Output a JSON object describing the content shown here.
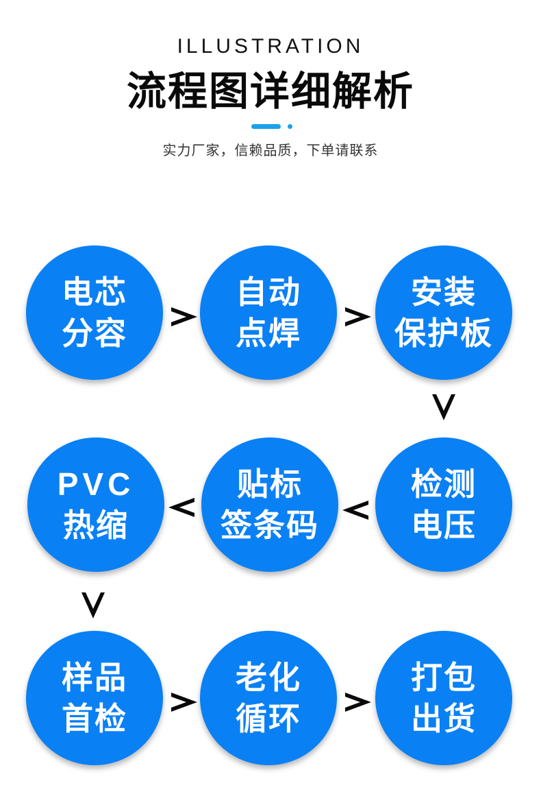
{
  "header": {
    "eyebrow": "ILLUSTRATION",
    "title": "流程图详细解析",
    "subtitle": "实力厂家，信赖品质，下单请联系",
    "accent_color": "#1aa3ea"
  },
  "flow": {
    "step_color": "#0a80f5",
    "arrow_color": "#0a0a0a",
    "steps": [
      {
        "order": 1,
        "lines": [
          "电芯",
          "分容"
        ]
      },
      {
        "order": 2,
        "lines": [
          "自动",
          "点焊"
        ]
      },
      {
        "order": 3,
        "lines": [
          "安装",
          "保护板"
        ]
      },
      {
        "order": 4,
        "lines": [
          "检测",
          "电压"
        ]
      },
      {
        "order": 5,
        "lines": [
          "贴标",
          "签条码"
        ]
      },
      {
        "order": 6,
        "lines": [
          "PVC",
          "热缩"
        ]
      },
      {
        "order": 7,
        "lines": [
          "样品",
          "首检"
        ]
      },
      {
        "order": 8,
        "lines": [
          "老化",
          "循环"
        ]
      },
      {
        "order": 9,
        "lines": [
          "打包",
          "出货"
        ]
      }
    ],
    "arrows": [
      {
        "from": 1,
        "to": 2,
        "direction": "right"
      },
      {
        "from": 2,
        "to": 3,
        "direction": "right"
      },
      {
        "from": 3,
        "to": 4,
        "direction": "down"
      },
      {
        "from": 4,
        "to": 5,
        "direction": "left"
      },
      {
        "from": 5,
        "to": 6,
        "direction": "left"
      },
      {
        "from": 6,
        "to": 7,
        "direction": "down"
      },
      {
        "from": 7,
        "to": 8,
        "direction": "right"
      },
      {
        "from": 8,
        "to": 9,
        "direction": "right"
      }
    ]
  }
}
